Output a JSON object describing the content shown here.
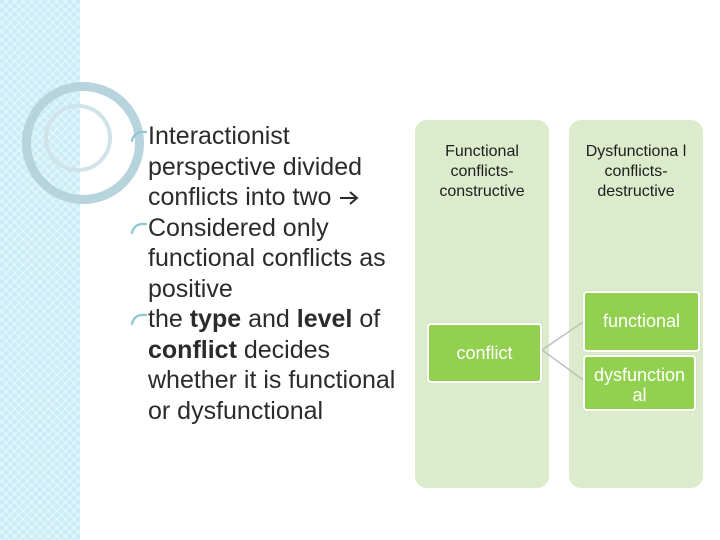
{
  "bullets": {
    "item1": "Interactionist perspective divided conflicts into two",
    "item2": "Considered only functional conflicts as positive",
    "item3": {
      "the": "the",
      "type": "type",
      "and": "and",
      "level": "level",
      "of": "of",
      "conflict": "conflict",
      "rest": "decides whether it is functional or dysfunctional"
    }
  },
  "panels": {
    "left_title": "Functional conflicts- constructive",
    "right_title": "Dysfunctiona l conflicts- destructive"
  },
  "boxes": {
    "conflict": "conflict",
    "functional": "functional",
    "dysfunctional": "dysfunction al"
  },
  "icons": {
    "bullet": "curved-bullet-icon",
    "arrow": "right-arrow-icon"
  },
  "colors": {
    "panel": "#dcebcb",
    "box": "#92d050",
    "strip": "#c9ecf6",
    "bullet_marker": "#8fc6d6"
  }
}
